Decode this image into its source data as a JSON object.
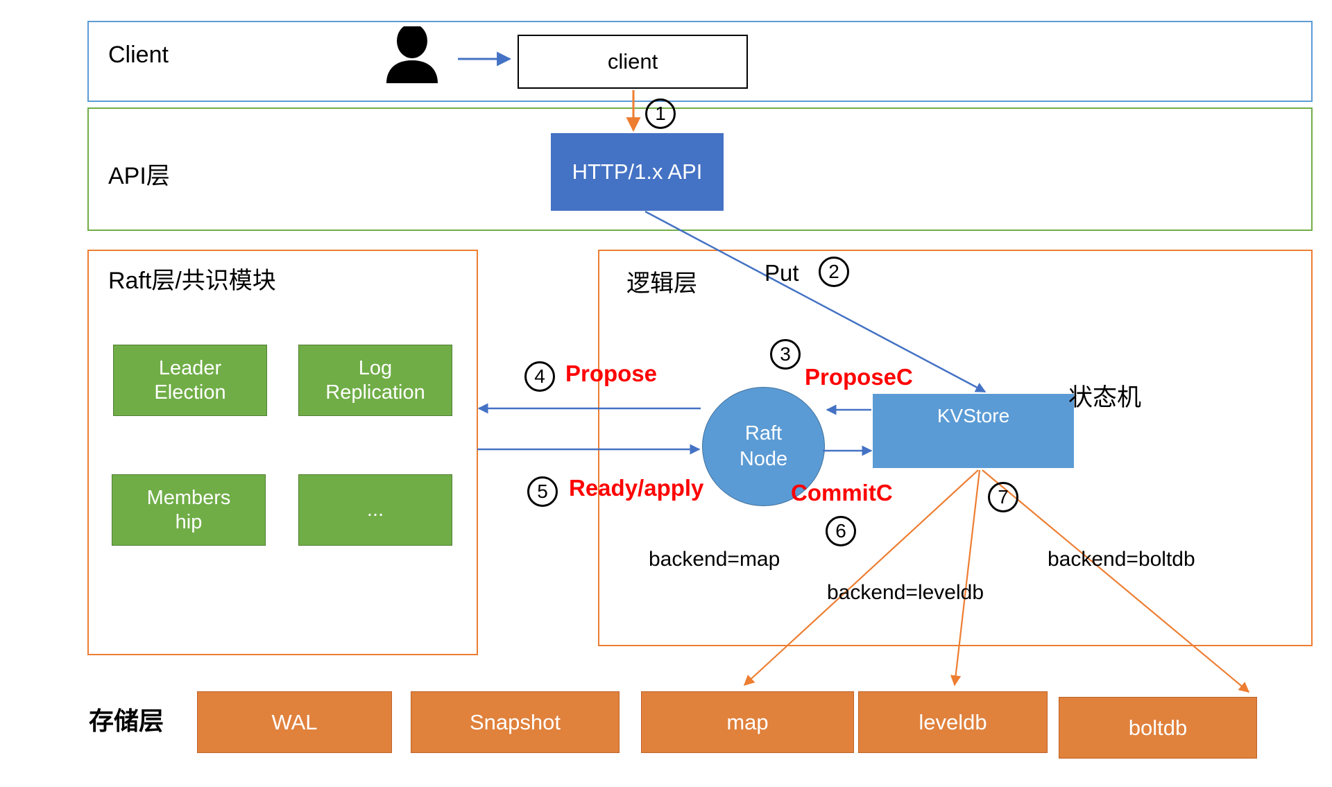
{
  "diagram": {
    "title": "Distributed KV store architecture (etcd-like) request flow",
    "colors": {
      "client_frame": "#5b9bd5",
      "api_frame": "#70ad47",
      "orange_frame": "#ed7d31",
      "http_box": "#4472c4",
      "kvstore_box": "#5b9bd5",
      "raft_node": "#5b9bd5",
      "green_module": "#70ad47",
      "storage_box": "#e0813c",
      "blue_arrow": "#4472c4",
      "orange_arrow": "#ed7d31",
      "label_red": "#ff0000"
    }
  },
  "layers": {
    "client": {
      "title": "Client"
    },
    "api": {
      "title": "API层"
    },
    "raft": {
      "title": "Raft层/共识模块"
    },
    "logic": {
      "title": "逻辑层"
    },
    "storage": {
      "title": "存储层"
    }
  },
  "nodes": {
    "client_box": "client",
    "http_api": "HTTP/1.x API",
    "raft_node": {
      "line1": "Raft",
      "line2": "Node"
    },
    "kvstore": "KVStore",
    "state_machine_label": "状态机"
  },
  "raft_modules": [
    {
      "line1": "Leader",
      "line2": "Election"
    },
    {
      "line1": "Log",
      "line2": "Replication"
    },
    {
      "line1": "Members",
      "line2": "hip"
    },
    {
      "line1": "...",
      "line2": ""
    }
  ],
  "storage_boxes": [
    {
      "label": "WAL"
    },
    {
      "label": "Snapshot"
    },
    {
      "label": "map"
    },
    {
      "label": "leveldb"
    },
    {
      "label": "boltdb"
    }
  ],
  "edge_labels": {
    "put": "Put",
    "propose": "Propose",
    "proposec": "ProposeC",
    "ready_apply": "Ready/apply",
    "commitc": "CommitC",
    "backend_map": "backend=map",
    "backend_leveldb": "backend=leveldb",
    "backend_boltdb": "backend=boltdb"
  },
  "steps": {
    "s1": "①",
    "s2": "②",
    "s3": "③",
    "s4": "④",
    "s5": "⑤",
    "s6": "⑥",
    "s7": "⑦"
  },
  "step_numbers": {
    "n1": "1",
    "n2": "2",
    "n3": "3",
    "n4": "4",
    "n5": "5",
    "n6": "6",
    "n7": "7"
  }
}
